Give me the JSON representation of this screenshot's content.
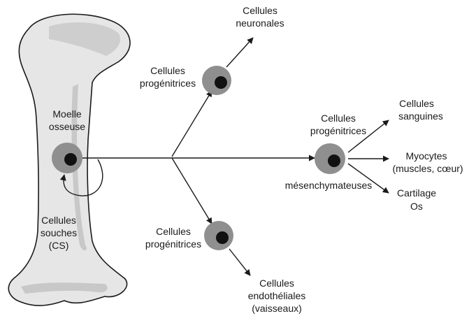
{
  "bone": {
    "marrow_label": [
      "Moelle",
      "osseuse"
    ],
    "stem_cells_label": [
      "Cellules",
      "souches",
      "(CS)"
    ]
  },
  "progenitors": {
    "neural": {
      "label": [
        "Cellules",
        "progénitrices"
      ],
      "target": [
        "Cellules",
        "neuronales"
      ]
    },
    "mesenchymal": {
      "label": [
        "Cellules",
        "progénitrices"
      ],
      "sublabel": "mésenchymateuses",
      "targets": {
        "blood": [
          "Cellules",
          "sanguines"
        ],
        "muscle": [
          "Myocytes",
          "(muscles, cœur)"
        ],
        "cartilage": [
          "Cartilage",
          "Os"
        ]
      }
    },
    "endothelial": {
      "label": [
        "Cellules",
        "progénitrices"
      ],
      "target": [
        "Cellules",
        "endothéliales",
        "(vaisseaux)"
      ]
    }
  },
  "colors": {
    "bone_fill": "#e6e6e6",
    "bone_shade": "#c8c8c8",
    "cell_outer": "#8f8f8f",
    "cell_nucleus": "#111111",
    "ink": "#1a1a1a"
  }
}
